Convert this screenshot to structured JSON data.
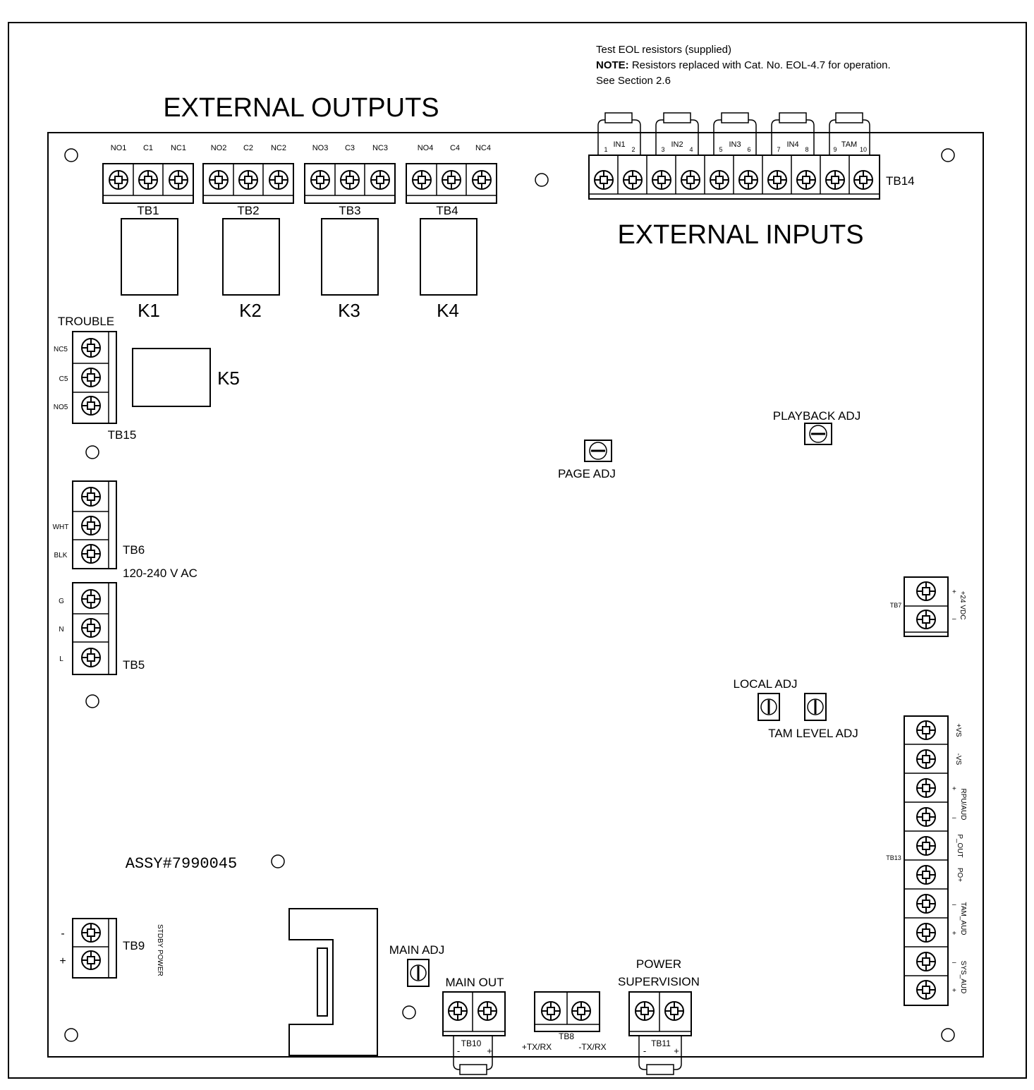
{
  "headings": {
    "external_outputs": "EXTERNAL OUTPUTS",
    "external_inputs": "EXTERNAL INPUTS"
  },
  "eol_note": {
    "line1": "Test EOL resistors (supplied)",
    "line2_label": "NOTE:",
    "line2_text": " Resistors replaced with Cat. No. EOL-4.7 for operation.",
    "line3": "See Section 2.6"
  },
  "output_blocks": [
    {
      "label": "TB1",
      "relay": "K1",
      "pins": [
        "NO1",
        "C1",
        "NC1"
      ]
    },
    {
      "label": "TB2",
      "relay": "K2",
      "pins": [
        "NO2",
        "C2",
        "NC2"
      ]
    },
    {
      "label": "TB3",
      "relay": "K3",
      "pins": [
        "NO3",
        "C3",
        "NC3"
      ]
    },
    {
      "label": "TB4",
      "relay": "K4",
      "pins": [
        "NO4",
        "C4",
        "NC4"
      ]
    }
  ],
  "input_block": {
    "label": "TB14",
    "groups": [
      {
        "name": "IN1",
        "pins": [
          "1",
          "2"
        ]
      },
      {
        "name": "IN2",
        "pins": [
          "3",
          "4"
        ]
      },
      {
        "name": "IN3",
        "pins": [
          "5",
          "6"
        ]
      },
      {
        "name": "IN4",
        "pins": [
          "7",
          "8"
        ]
      },
      {
        "name": "TAM",
        "pins": [
          "9",
          "10"
        ]
      }
    ]
  },
  "trouble": {
    "title": "TROUBLE",
    "label": "TB15",
    "relay": "K5",
    "pins": [
      "NC5",
      "C5",
      "NO5"
    ]
  },
  "tb6": {
    "label": "TB6",
    "rating": "120-240 V AC",
    "pins": [
      "",
      "WHT",
      "BLK"
    ]
  },
  "tb5": {
    "label": "TB5",
    "pins": [
      "G",
      "N",
      "L"
    ]
  },
  "tb7": {
    "label": "TB7",
    "name": "+24 VDC",
    "polarity": [
      "+",
      "–"
    ]
  },
  "tb13": {
    "label": "TB13",
    "signals": [
      {
        "name": "+VS",
        "polarity": ""
      },
      {
        "name": "-VS",
        "polarity": ""
      },
      {
        "name": "RPU/AUD",
        "polarity": "+ –"
      },
      {
        "name": "P_OUT",
        "polarity": ""
      },
      {
        "name": "PO+",
        "polarity": ""
      },
      {
        "name": "TAM_AUD",
        "polarity": "– +"
      },
      {
        "name": "SYS_AUD",
        "polarity": "– +"
      }
    ]
  },
  "tb9": {
    "label": "TB9",
    "name": "STDBY POWER",
    "polarity": [
      "-",
      "+"
    ]
  },
  "assy": "ASSY#7990045",
  "adjusters": {
    "page": "PAGE ADJ",
    "playback": "PLAYBACK ADJ",
    "local": "LOCAL ADJ",
    "tam_level": "TAM LEVEL ADJ",
    "main": "MAIN ADJ"
  },
  "main_out": {
    "title": "MAIN OUT",
    "label": "TB10",
    "polarity": [
      "-",
      "+"
    ]
  },
  "tb8": {
    "label": "TB8",
    "left": "+TX/RX",
    "right": "-TX/RX"
  },
  "power_supervision": {
    "title_line1": "POWER",
    "title_line2": "SUPERVISION",
    "label": "TB11",
    "polarity": [
      "-",
      "+"
    ]
  }
}
